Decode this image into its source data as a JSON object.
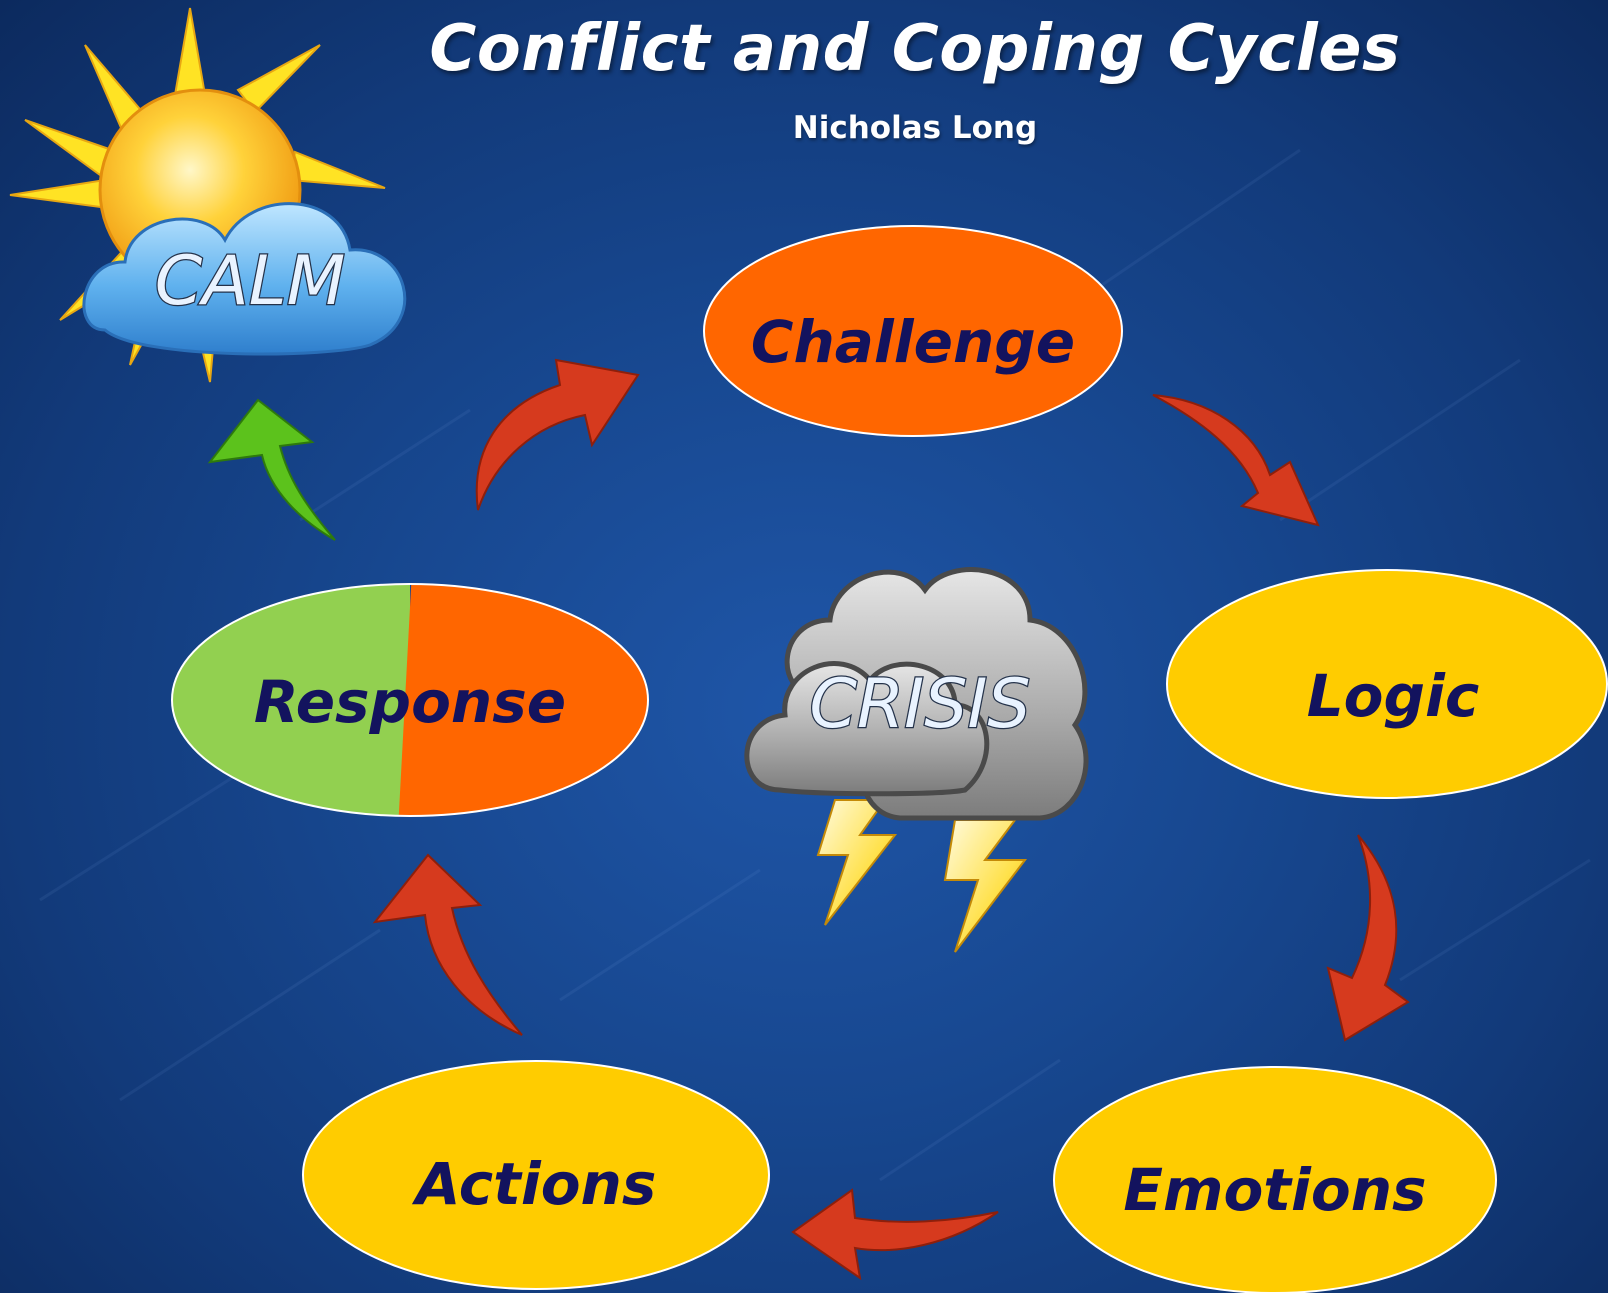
{
  "title": "Conflict and Coping Cycles",
  "author": "Nicholas Long",
  "calm": {
    "label": "CALM"
  },
  "crisis": {
    "label": "CRISIS"
  },
  "nodes": {
    "challenge": {
      "label": "Challenge",
      "color": "#ff6600"
    },
    "logic": {
      "label": "Logic",
      "color": "#ffcc00"
    },
    "emotions": {
      "label": "Emotions",
      "color": "#ffcc00"
    },
    "actions": {
      "label": "Actions",
      "color": "#ffcc00"
    },
    "response": {
      "label": "Response",
      "color_left": "#92d050",
      "color_right": "#ff6600"
    }
  },
  "arrows": {
    "cycle_color": "#d63a1e",
    "exit_color": "#5cc21c"
  }
}
